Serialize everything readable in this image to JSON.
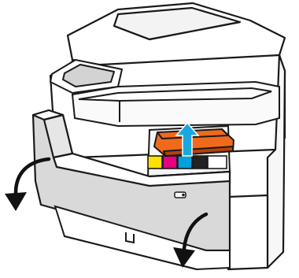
{
  "illustration": {
    "subject": "printer-front-door-open-cartridge-install",
    "colors": {
      "outline": "#1a1a1a",
      "body": "#ffffff",
      "door_gray": "#d9d9d9",
      "door_gray_light": "#e6e6e6",
      "cartridge_orange": "#f06a1c",
      "cartridge_orange_dark": "#b4420a",
      "insert_arrow_blue": "#19a7df",
      "black_arrow": "#111111",
      "slot_yellow": "#ffe100",
      "slot_magenta": "#e6007e",
      "slot_cyan": "#00a0dc",
      "slot_black": "#222222"
    },
    "cartridge_slots": [
      "yellow",
      "magenta",
      "cyan",
      "black"
    ]
  }
}
